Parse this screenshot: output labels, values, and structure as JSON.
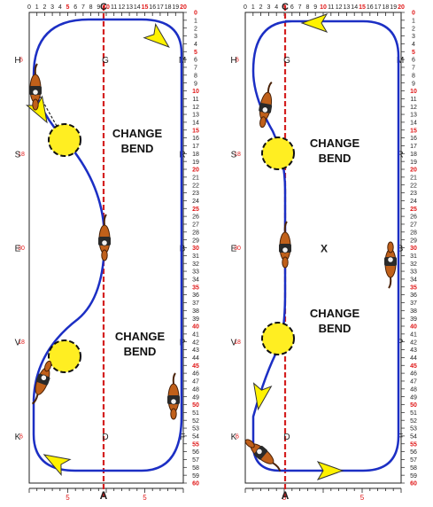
{
  "diagram": {
    "top_ruler": [
      "0",
      "1",
      "2",
      "3",
      "4",
      "5",
      "6",
      "7",
      "8",
      "9",
      "10",
      "11",
      "12",
      "13",
      "14",
      "15",
      "16",
      "17",
      "18",
      "19",
      "20"
    ],
    "bottom_ruler": [
      "5",
      "5"
    ],
    "right_ruler": [
      "0",
      "1",
      "2",
      "3",
      "4",
      "5",
      "6",
      "7",
      "8",
      "9",
      "10",
      "11",
      "12",
      "13",
      "14",
      "15",
      "16",
      "17",
      "18",
      "19",
      "20",
      "21",
      "22",
      "23",
      "24",
      "25",
      "26",
      "27",
      "28",
      "29",
      "30",
      "31",
      "32",
      "33",
      "34",
      "35",
      "36",
      "37",
      "38",
      "39",
      "40",
      "41",
      "42",
      "43",
      "44",
      "45",
      "46",
      "47",
      "48",
      "49",
      "50",
      "51",
      "52",
      "53",
      "54",
      "55",
      "56",
      "57",
      "58",
      "59",
      "60"
    ],
    "left_distances": [
      "6",
      "18",
      "30",
      "18",
      "6"
    ],
    "left_letters": [
      "H",
      "S",
      "E",
      "V",
      "K"
    ],
    "right_letters": [
      "M",
      "R",
      "B",
      "P",
      "F"
    ],
    "top_letter": "C",
    "bottom_letter": "A",
    "quarter_letters": [
      "G",
      "D"
    ],
    "center_letter": "X",
    "annotation_line1": "CHANGE",
    "annotation_line2": "BEND",
    "colors": {
      "track": "#1c2fc4",
      "centerline": "#d42020",
      "circle_fill": "#ffee22",
      "arrow_fill": "#fff200",
      "red_numbers": "#e01818",
      "horse": "#c0601a"
    },
    "icons": [
      "horse-and-rider-icon",
      "direction-arrow-icon"
    ]
  }
}
